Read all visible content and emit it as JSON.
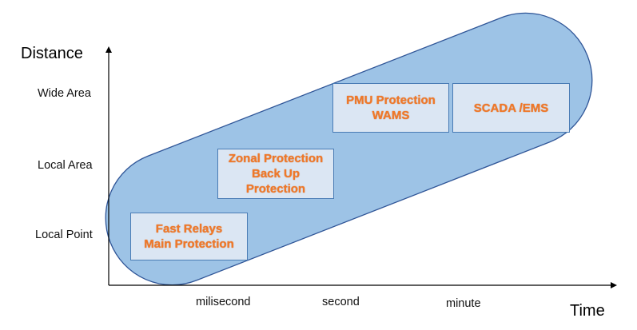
{
  "axes": {
    "y_title": "Distance",
    "x_title": "Time",
    "y_ticks": [
      "Wide Area",
      "Local Area",
      "Local Point"
    ],
    "x_ticks": [
      "milisecond",
      "second",
      "minute"
    ]
  },
  "boxes": {
    "fast_relays": [
      "Fast Relays",
      "Main Protection"
    ],
    "zonal": [
      "Zonal Protection",
      "Back Up",
      "Protection"
    ],
    "pmu": [
      "PMU Protection",
      "WAMS"
    ],
    "scada": [
      "SCADA /EMS"
    ]
  },
  "colors": {
    "band_fill": "#9dc3e6",
    "band_stroke": "#2f5597",
    "box_fill": "#dbe6f3",
    "box_text": "#f07828",
    "axis": "#000000"
  }
}
